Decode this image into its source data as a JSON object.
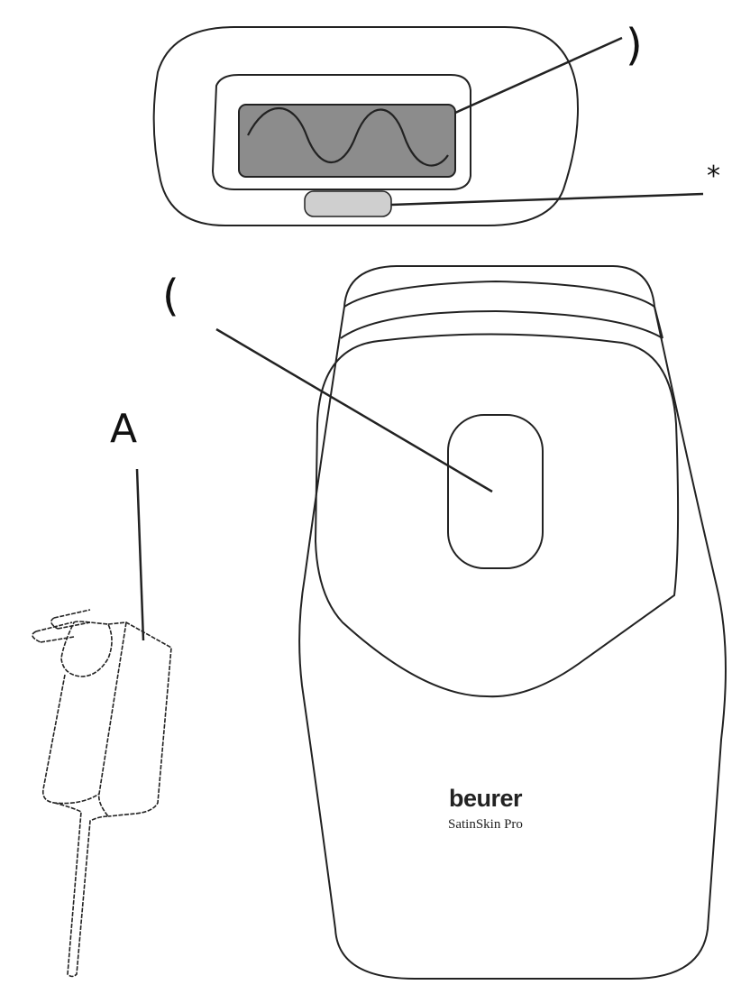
{
  "labels": {
    "window": ")",
    "button_small": "*",
    "main_button": "(",
    "adapter": "A"
  },
  "device": {
    "brand": "beurer",
    "model": "SatinSkin Pro"
  },
  "colors": {
    "line": "#222222",
    "window_fill": "#8c8c8c",
    "button_fill": "#cfcfcf"
  }
}
